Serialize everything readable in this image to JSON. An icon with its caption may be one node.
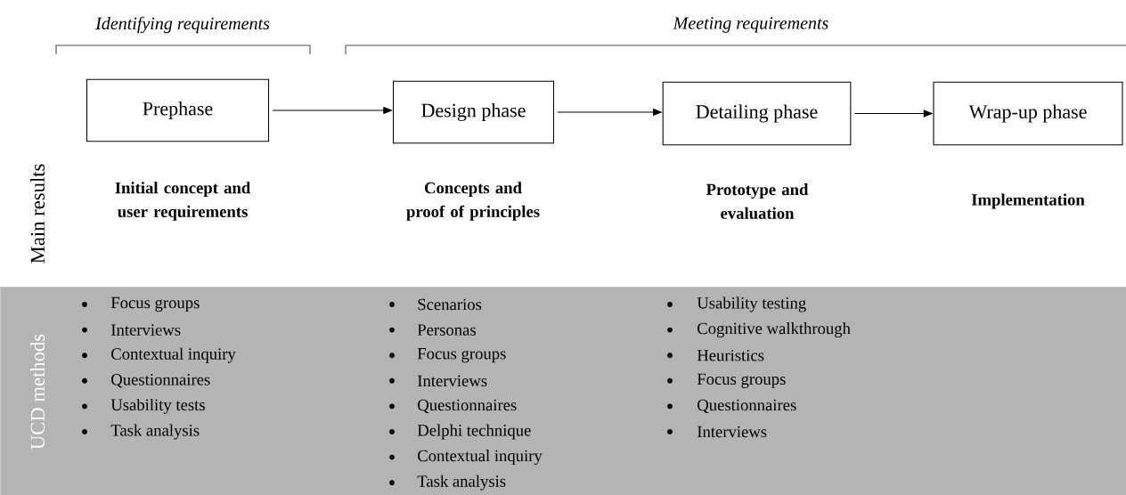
{
  "diagram": {
    "nodes": [
      {
        "text": [
          "Prephase"
        ],
        "beside": [
          "Initial concept and user requirements"
        ]
      },
      {
        "text": [
          "Design phase"
        ],
        "beside": [
          "Concepts and proof of principles"
        ]
      },
      {
        "text": [
          "Detailing phase"
        ],
        "beside": [
          "Prototype and evaluation"
        ]
      },
      {
        "text": [
          "Wrap-up phase"
        ],
        "beside": [
          "Implementation"
        ]
      },
      {
        "text": [
          "UCD methods"
        ]
      }
    ],
    "edges": [
      {
        "from": 0,
        "to": 1,
        "arrow": "to"
      },
      {
        "from": 1,
        "to": 2,
        "arrow": "to"
      },
      {
        "from": 2,
        "to": 3,
        "arrow": "to"
      }
    ],
    "labels": [
      "Identifying requirements",
      "Meeting requirements",
      "Main results",
      "Focus groups",
      "Interviews",
      "Contextual inquiry",
      "Questionnaires",
      "Usability tests",
      "Task analysis",
      "Scenarios",
      "Personas",
      "Focus groups",
      "Interviews",
      "Questionnaires",
      "Delphi technique",
      "Contextual inquiry",
      "Task analysis",
      "Usability testing",
      "Cognitive walkthrough",
      "Heuristics",
      "Focus groups",
      "Questionnaires",
      "Interviews"
    ]
  }
}
